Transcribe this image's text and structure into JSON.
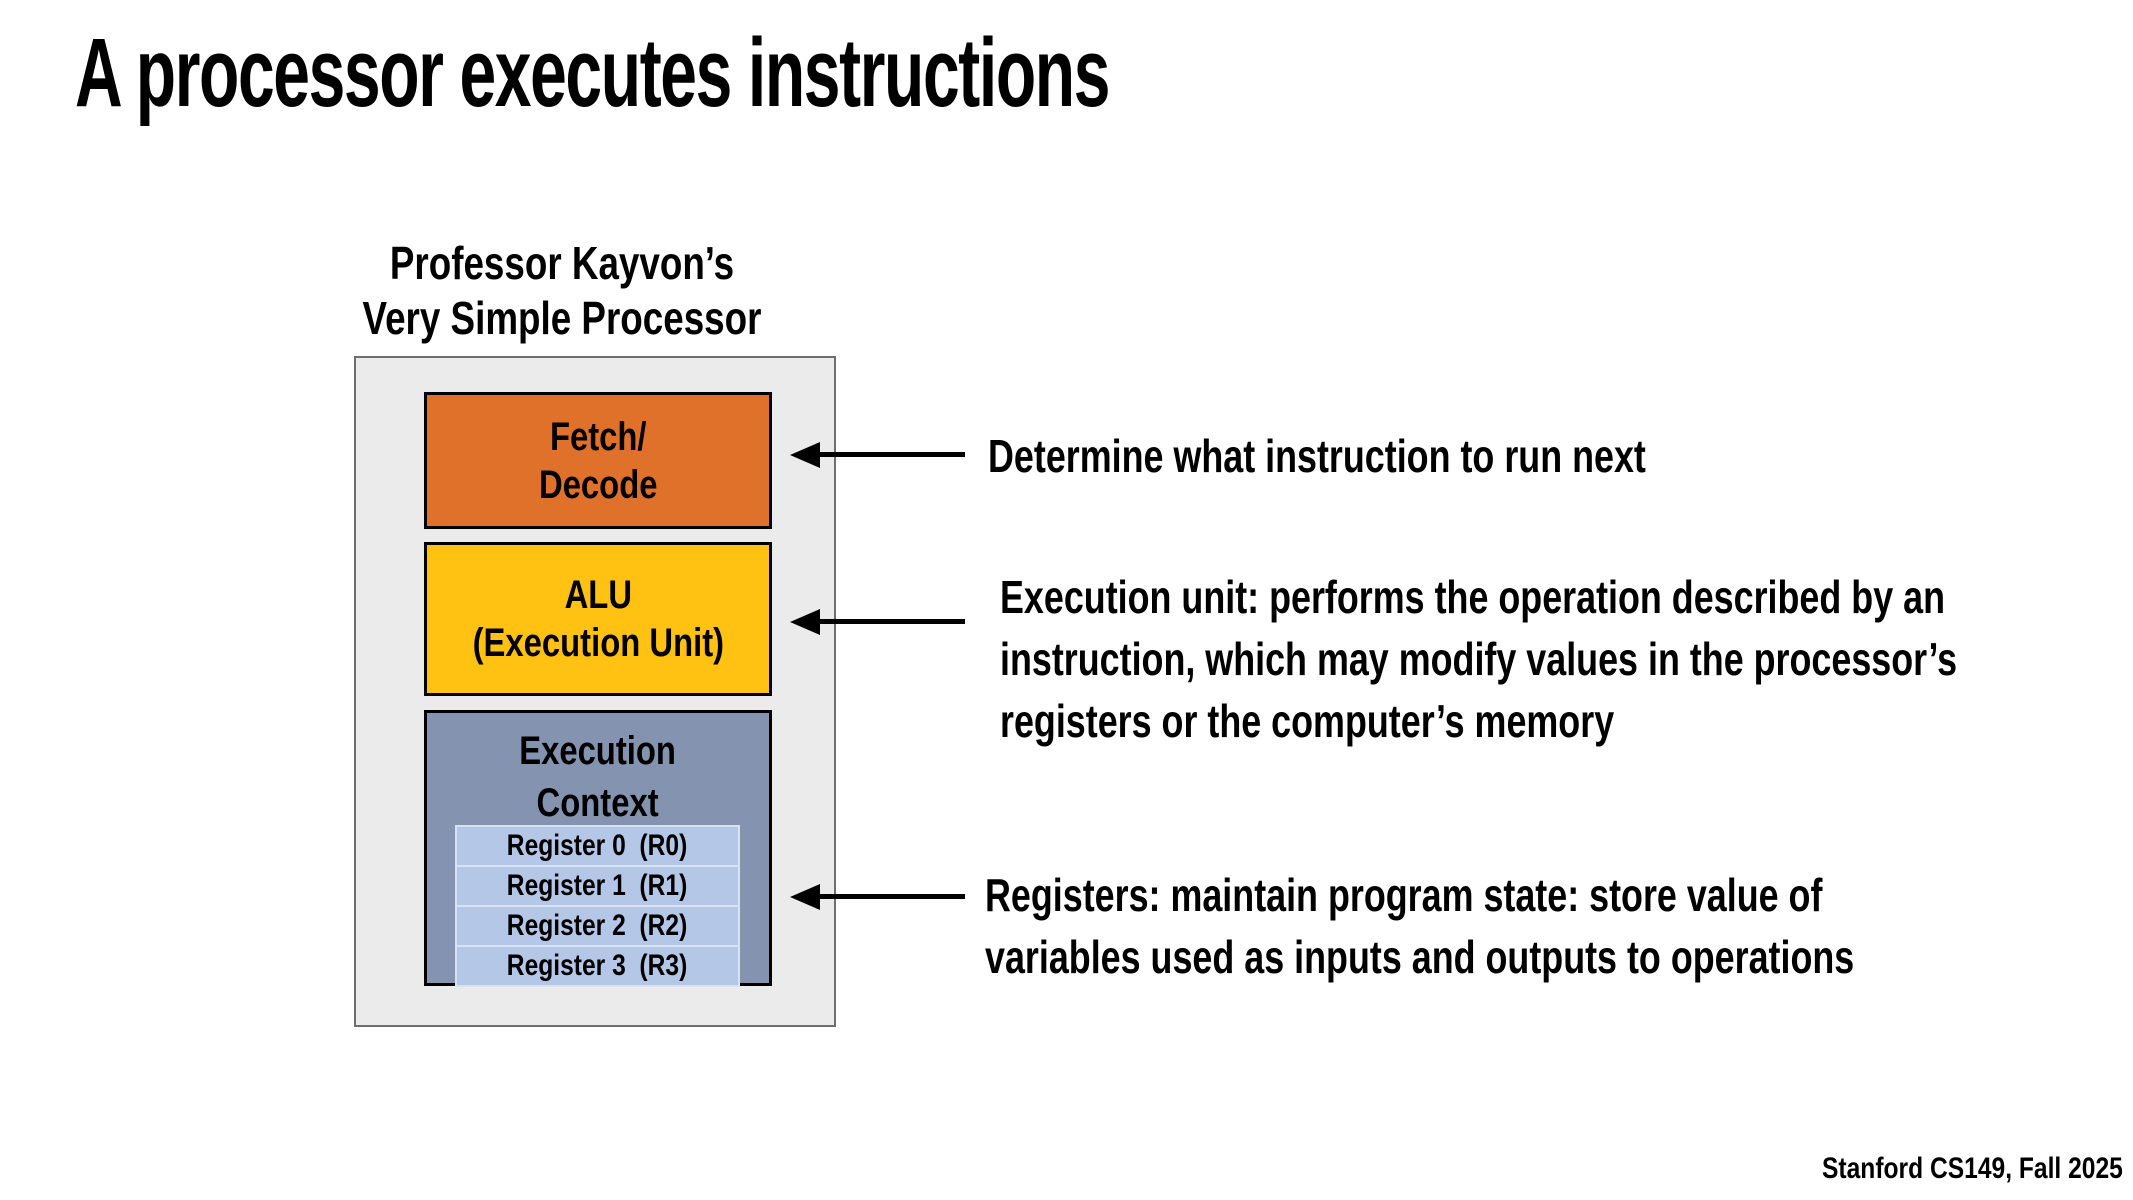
{
  "slide": {
    "title": "A processor executes instructions",
    "footer": "Stanford CS149, Fall 2025"
  },
  "processor": {
    "label_line1": "Professor Kayvon’s",
    "label_line2": "Very Simple Processor",
    "fetch_decode": {
      "line1": "Fetch/",
      "line2": "Decode",
      "color": "#E0712B"
    },
    "alu": {
      "line1": "ALU",
      "line2": "(Execution Unit)",
      "color": "#FFC112"
    },
    "execution_context": {
      "line1": "Execution",
      "line2": "Context",
      "color": "#8494B0",
      "register_color": "#B4C7E7",
      "registers": [
        "Register 0  (R0)",
        "Register 1  (R1)",
        "Register 2  (R2)",
        "Register 3  (R3)"
      ]
    },
    "outline_color": "#EBEBEB"
  },
  "annotations": [
    {
      "target": "fetch-decode",
      "lines": [
        "Determine what instruction to run next"
      ]
    },
    {
      "target": "alu",
      "lines": [
        "Execution unit: performs the operation described by an",
        "instruction, which may modify values in the processor’s",
        "registers or the computer’s memory"
      ]
    },
    {
      "target": "registers",
      "lines": [
        "Registers: maintain program state: store value of",
        "variables used as inputs and outputs to operations"
      ]
    }
  ]
}
